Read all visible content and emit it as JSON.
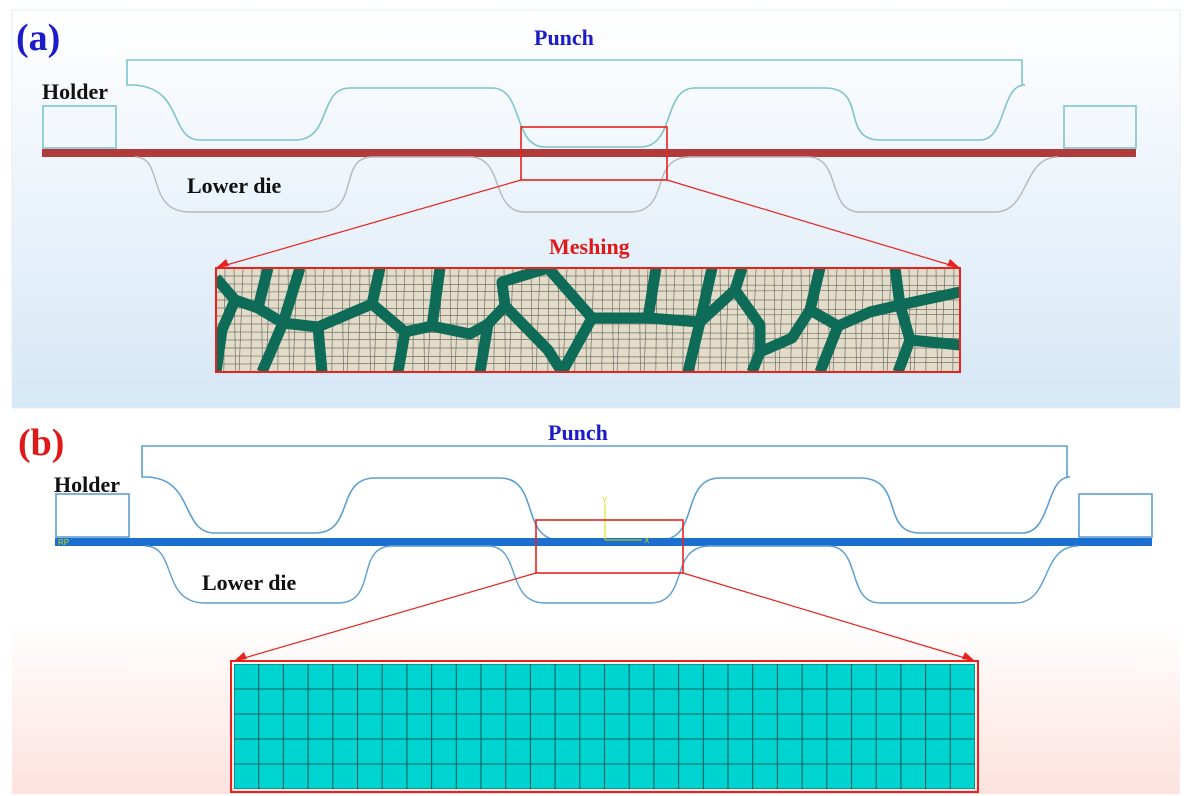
{
  "panel_a": {
    "tag": "(a)",
    "punch_label": "Punch",
    "holder_label": "Holder",
    "lower_die_label": "Lower die",
    "zoom_label": "Meshing",
    "colors": {
      "background_top": "#ffffff",
      "background_bottom": "#d6e7f6",
      "sheet": "#b13a3a",
      "tool_outline": "#7fc3cc",
      "die_outline": "#b8b8b8",
      "grain_boundary": "#0e6b57",
      "grain_fill": "#e2dcc8",
      "zoom_frame": "#e8231f"
    },
    "mesh_style": "polycrystal grain mesh"
  },
  "panel_b": {
    "tag": "(b)",
    "punch_label": "Punch",
    "holder_label": "Holder",
    "lower_die_label": "Lower die",
    "axis_y_label": "Y",
    "axis_x_label": "X",
    "rp_label": "RP",
    "colors": {
      "background_top": "#ffffff",
      "background_bottom": "#fde2de",
      "sheet": "#1a6fd0",
      "tool_outline": "#5b9fd2",
      "mesh_fill": "#00d4d0",
      "mesh_line": "#0b6060",
      "zoom_frame": "#e8231f",
      "axis_color": "#d8d800"
    },
    "mesh_style": "uniform quadrilateral mesh"
  },
  "colors": {
    "tag_a": "#1c1cc8",
    "tag_b": "#e01818",
    "punch_text": "#1c1cc8",
    "zoom_text": "#e01818",
    "label_text": "#111111"
  }
}
